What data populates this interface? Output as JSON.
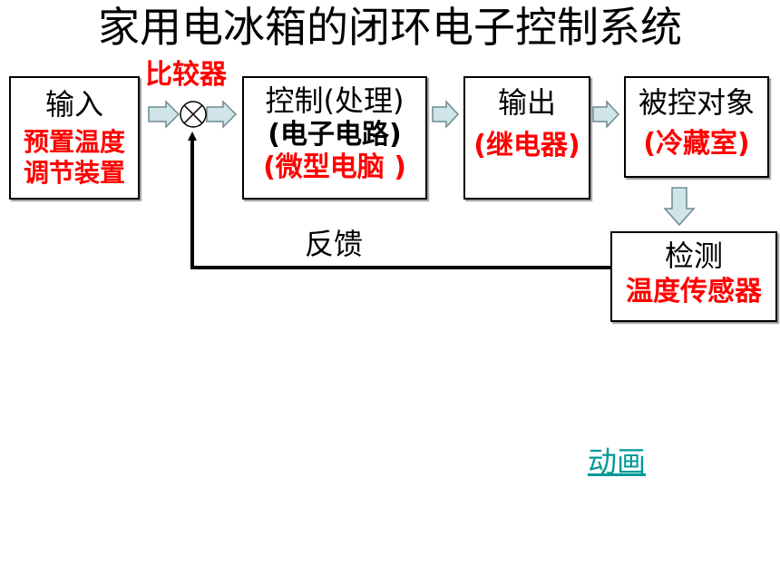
{
  "title": "家用电冰箱的闭环电子控制系统",
  "comparator_label": "比较器",
  "feedback_label": "反馈",
  "blocks": {
    "input": {
      "title": "输入",
      "line1": "预置温度",
      "line2": "调节装置"
    },
    "control": {
      "title": "控制(处理)",
      "line1": "(电子电路)",
      "line2": "(微型电脑 )"
    },
    "output": {
      "title": "输出",
      "line1": "(继电器)"
    },
    "plant": {
      "title": "被控对象",
      "line1": "(冷藏室)"
    },
    "sensor": {
      "title": "检测",
      "line1": "温度传感器"
    }
  },
  "animation_link": "动画",
  "colors": {
    "red": "#ff0000",
    "arrow_fill": "#cfe5e8",
    "arrow_stroke": "#6f8a8f",
    "link": "#009999"
  }
}
